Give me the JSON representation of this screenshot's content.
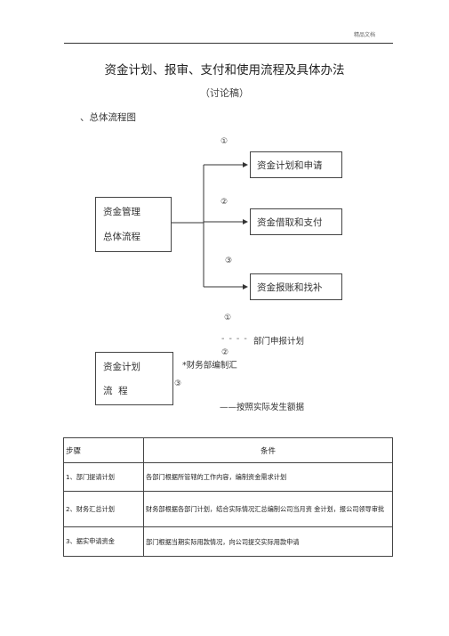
{
  "header": {
    "label": "精品文档"
  },
  "title": "资金计划、报审、支付和使用流程及具体办法",
  "subtitle": "（讨论稿）",
  "section": {
    "heading": "、总体流程图"
  },
  "diagram1": {
    "left_box": {
      "line1": "资金管理",
      "line2": "总体流程"
    },
    "branches": [
      {
        "num": "①",
        "label": "资金计划和申请"
      },
      {
        "num": "②",
        "label": "资金借取和支付"
      },
      {
        "num": "③",
        "label": "资金报账和找补"
      }
    ]
  },
  "diagram2": {
    "box": {
      "line1": "资金计划",
      "line2": "流  程"
    },
    "num1": "①",
    "dash_text": "- - - -",
    "item1": "部门申报计划",
    "num2": "②",
    "item2": "*财务部编制汇",
    "num3": "③",
    "item3": "——按照实际发生额据"
  },
  "table": {
    "headers": [
      "步骤",
      "条件"
    ],
    "rows": [
      {
        "step": "1、部门提请计划",
        "condition": "各部门根据所管辖的工作内容，编制资金需求计划"
      },
      {
        "step": "2、财务汇总计划",
        "condition": "财务部根据各部门计划，结合实际情况汇总编制公司当月资  金计划，报公司领导审批"
      },
      {
        "step": "3、据实申请资金",
        "condition": "部门根据当期实际用款情况，向公司提交实际用款申请"
      }
    ]
  }
}
